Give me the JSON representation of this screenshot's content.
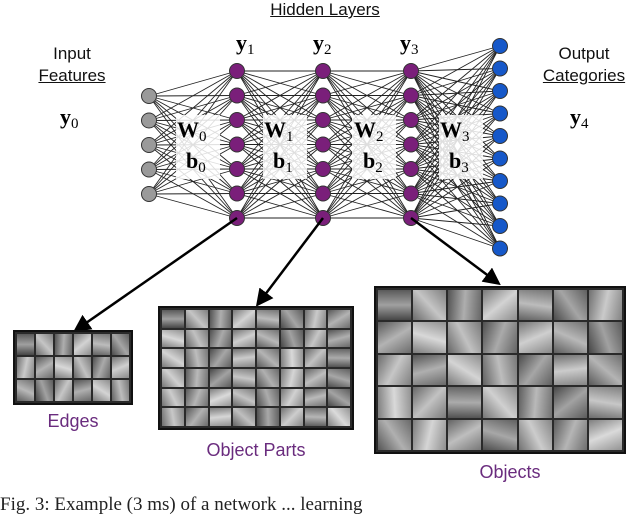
{
  "title": "Hidden Layers",
  "input": {
    "line1": "Input",
    "line2": "Features",
    "symbol": "y",
    "sub": "0"
  },
  "output": {
    "line1": "Output",
    "line2": "Categories",
    "symbol": "y",
    "sub": "4"
  },
  "hidden": [
    {
      "symbol": "y",
      "sub": "1"
    },
    {
      "symbol": "y",
      "sub": "2"
    },
    {
      "symbol": "y",
      "sub": "3"
    }
  ],
  "weights": [
    {
      "w": "W",
      "wsub": "0",
      "b": "b",
      "bsub": "0"
    },
    {
      "w": "W",
      "wsub": "1",
      "b": "b",
      "bsub": "1"
    },
    {
      "w": "W",
      "wsub": "2",
      "b": "b",
      "bsub": "2"
    },
    {
      "w": "W",
      "wsub": "3",
      "b": "b",
      "bsub": "3"
    }
  ],
  "layers": [
    {
      "nodes": 5,
      "color": "#9a9a9a"
    },
    {
      "nodes": 7,
      "color": "#7a1f7a"
    },
    {
      "nodes": 7,
      "color": "#7a1f7a"
    },
    {
      "nodes": 7,
      "color": "#7a1f7a"
    },
    {
      "nodes": 10,
      "color": "#1658c9"
    }
  ],
  "feature_panels": [
    {
      "caption": "Edges",
      "rows": 3,
      "cols": 6
    },
    {
      "caption": "Object Parts",
      "rows": 6,
      "cols": 8
    },
    {
      "caption": "Objects",
      "rows": 5,
      "cols": 7
    }
  ],
  "bottom_caption": "Fig. 3: Example (3 ms) of a network ... learning"
}
